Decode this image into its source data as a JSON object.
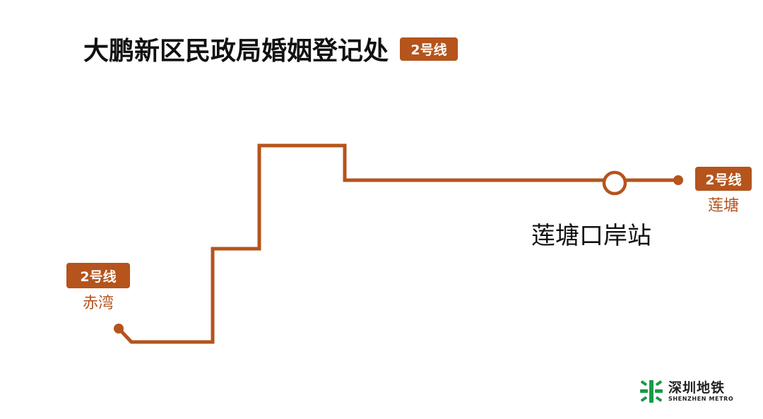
{
  "title": "大鹏新区民政局婚姻登记处",
  "line": {
    "name": "2号线",
    "color": "#b5541c"
  },
  "terminals": {
    "west": {
      "badge": "2号线",
      "name": "赤湾"
    },
    "east": {
      "badge": "2号线",
      "name": "莲塘"
    }
  },
  "station": {
    "name": "莲塘口岸站"
  },
  "logo": {
    "cn": "深圳地铁",
    "en": "SHENZHEN METRO",
    "color": "#1a9a4a"
  }
}
